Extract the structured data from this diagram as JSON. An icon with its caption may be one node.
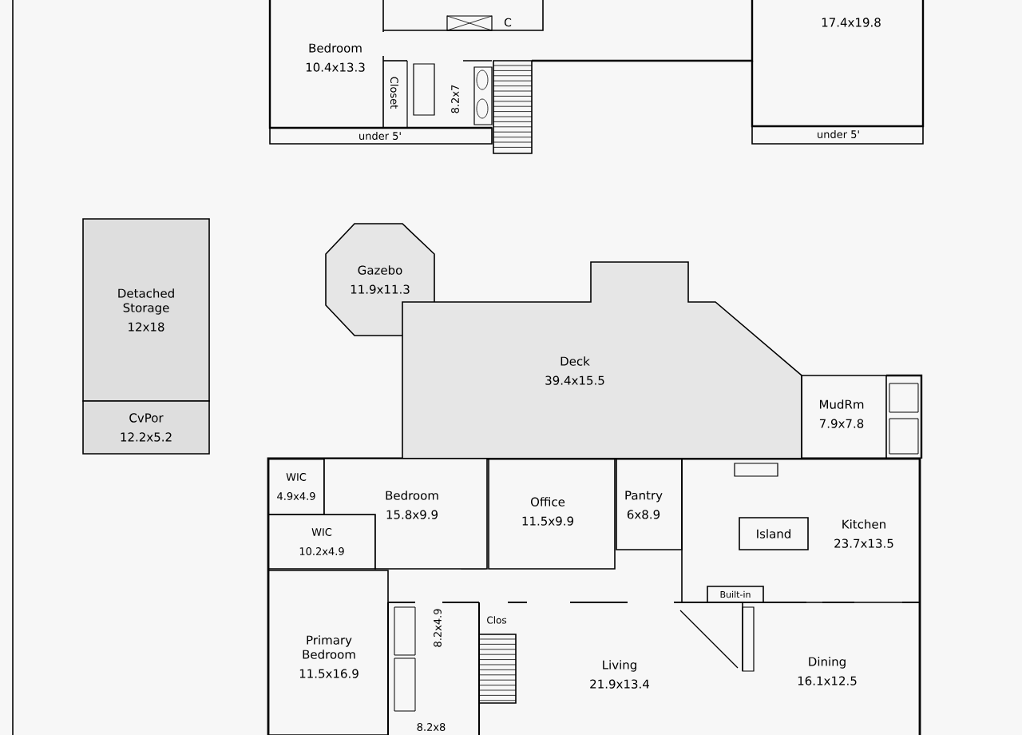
{
  "diagram": {
    "nodes": [
      {
        "text": [
          "Bedroom",
          "10.4x13.3"
        ]
      },
      {
        "text": [
          "17.4x19.8"
        ]
      },
      {
        "text": [
          "Detached Storage",
          "12x18"
        ]
      },
      {
        "text": [
          "CvPor",
          "12.2x5.2"
        ]
      },
      {
        "text": [
          "Gazebo",
          "11.9x11.3"
        ]
      },
      {
        "text": [
          "Deck",
          "39.4x15.5"
        ]
      },
      {
        "text": [
          "MudRm",
          "7.9x7.8"
        ]
      },
      {
        "text": [
          "WIC",
          "4.9x4.9"
        ]
      },
      {
        "text": [
          "WIC",
          "10.2x4.9"
        ]
      },
      {
        "text": [
          "Bedroom",
          "15.8x9.9"
        ]
      },
      {
        "text": [
          "Office",
          "11.5x9.9"
        ]
      },
      {
        "text": [
          "Pantry",
          "6x8.9"
        ]
      },
      {
        "text": [
          "Kitchen",
          "23.7x13.5"
        ]
      },
      {
        "text": [
          "Island"
        ],
        "in": 12
      },
      {
        "text": [
          "Built-in"
        ],
        "in": 12
      },
      {
        "text": [
          "Primary Bedroom",
          "11.5x16.9"
        ]
      },
      {
        "text": [
          "Living",
          "21.9x13.4"
        ]
      },
      {
        "text": [
          "Dining",
          "16.1x12.5"
        ]
      }
    ],
    "labels": [
      "C",
      "Closet",
      "8.2x7",
      "under 5'",
      "under 5'",
      "Clos",
      "8.2x4.9",
      "8.2x8"
    ]
  }
}
